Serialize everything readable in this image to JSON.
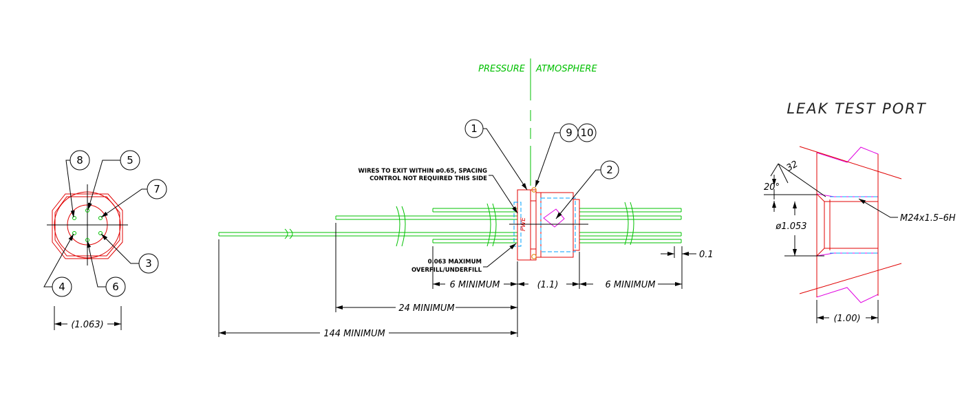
{
  "zones": {
    "pressure": "PRESSURE",
    "atmosphere": "ATMOSPHERE"
  },
  "leak_test_title": "LEAK TEST PORT",
  "end_view": {
    "balloons": {
      "b8": "8",
      "b5": "5",
      "b7": "7",
      "b3": "3",
      "b4": "4",
      "b6": "6"
    },
    "dim_width": "(1.063)"
  },
  "side_view": {
    "balloons": {
      "b1": "1",
      "b9": "9",
      "b10": "10",
      "b2": "2"
    },
    "note_wires_line1": "WIRES TO EXIT WITHIN ø0.65, SPACING",
    "note_wires_line2": "CONTROL NOT REQUIRED THIS SIDE",
    "note_fill_line1": "0.063 MAXIMUM",
    "note_fill_line2": "OVERFILL/UNDERFILL",
    "part_label": "PWE",
    "dim_left_6": "6  MINIMUM",
    "dim_center": "(1.1)",
    "dim_right_6": "6  MINIMUM",
    "dim_24": "24  MINIMUM",
    "dim_144": "144  MINIMUM",
    "dim_tip": "0.1"
  },
  "leak_port": {
    "surface_finish": "32",
    "angle": "20°",
    "diameter": "ø1.053",
    "thread": "M24x1.5–6H",
    "depth": "(1.00)"
  },
  "colors": {
    "outline": "#e00000",
    "wires": "#00c000",
    "hatch": "#e000e0",
    "hidden": "#00a0ff",
    "dims": "#000000"
  }
}
